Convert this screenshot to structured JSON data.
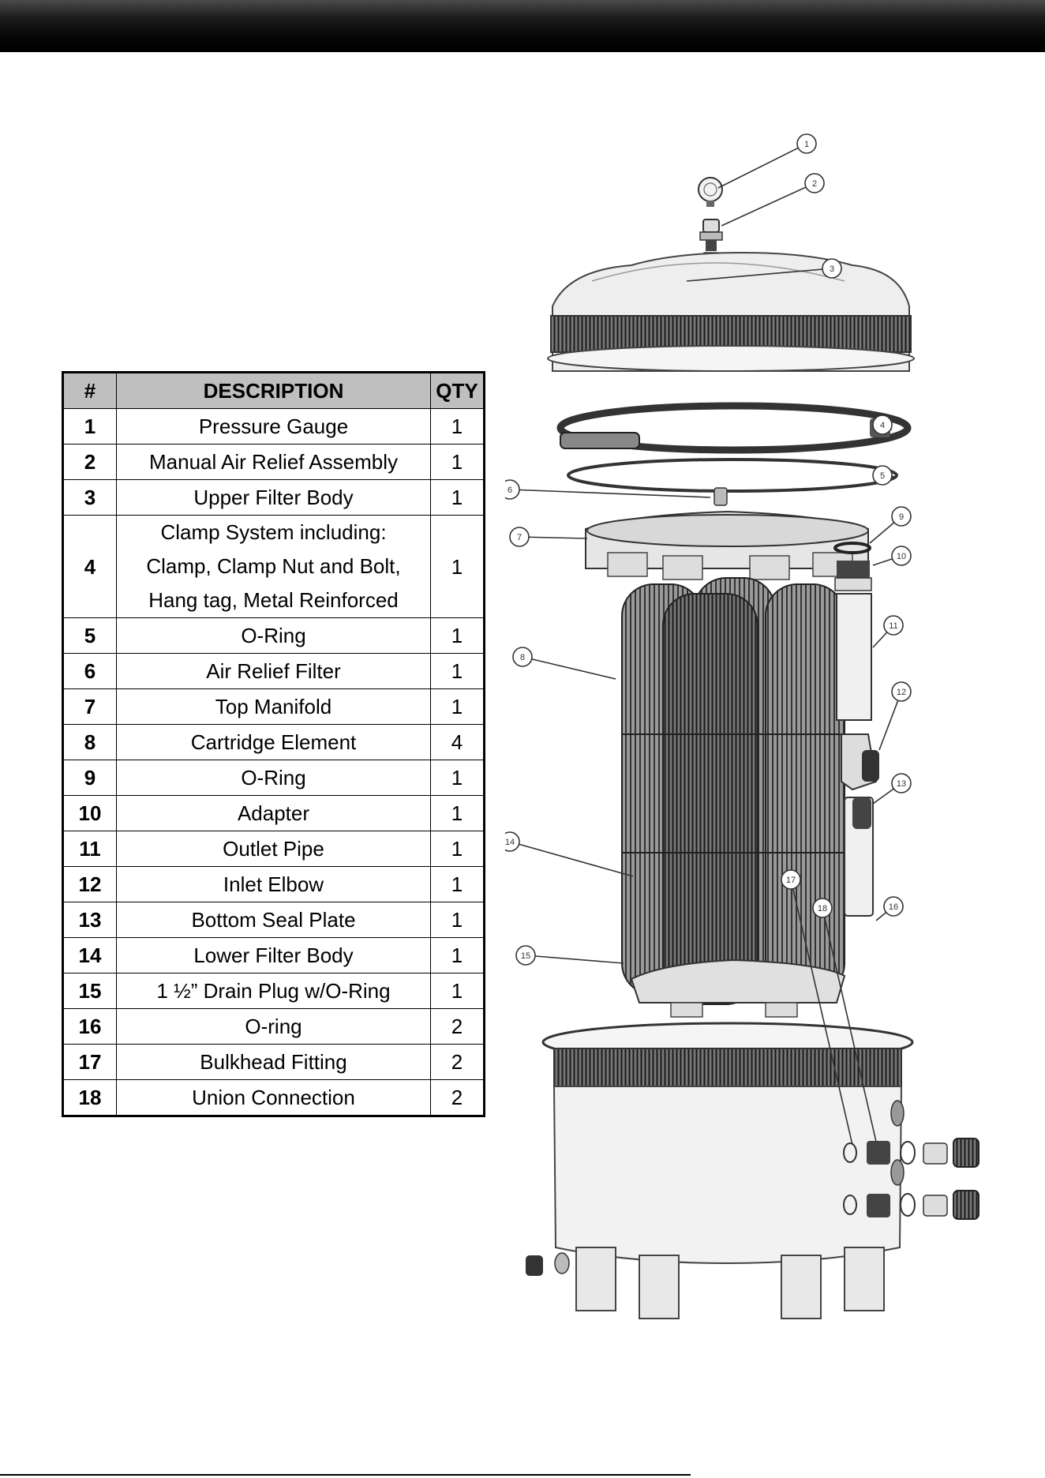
{
  "table": {
    "headers": {
      "num": "#",
      "desc": "DESCRIPTION",
      "qty": "QTY"
    },
    "rows": [
      {
        "num": "1",
        "desc": [
          "Pressure Gauge"
        ],
        "qty": "1"
      },
      {
        "num": "2",
        "desc": [
          "Manual Air Relief Assembly"
        ],
        "qty": "1"
      },
      {
        "num": "3",
        "desc": [
          "Upper Filter Body"
        ],
        "qty": "1"
      },
      {
        "num": "4",
        "desc": [
          "Clamp System including:",
          "Clamp, Clamp Nut and Bolt,",
          "Hang tag, Metal Reinforced"
        ],
        "qty": "1"
      },
      {
        "num": "5",
        "desc": [
          "O-Ring"
        ],
        "qty": "1"
      },
      {
        "num": "6",
        "desc": [
          "Air Relief Filter"
        ],
        "qty": "1"
      },
      {
        "num": "7",
        "desc": [
          "Top Manifold"
        ],
        "qty": "1"
      },
      {
        "num": "8",
        "desc": [
          "Cartridge Element"
        ],
        "qty": "4"
      },
      {
        "num": "9",
        "desc": [
          "O-Ring"
        ],
        "qty": "1"
      },
      {
        "num": "10",
        "desc": [
          "Adapter"
        ],
        "qty": "1"
      },
      {
        "num": "11",
        "desc": [
          "Outlet Pipe"
        ],
        "qty": "1"
      },
      {
        "num": "12",
        "desc": [
          "Inlet Elbow"
        ],
        "qty": "1"
      },
      {
        "num": "13",
        "desc": [
          "Bottom Seal Plate"
        ],
        "qty": "1"
      },
      {
        "num": "14",
        "desc": [
          "Lower Filter Body"
        ],
        "qty": "1"
      },
      {
        "num": "15",
        "desc": [
          "1 ½” Drain Plug w/O-Ring"
        ],
        "qty": "1"
      },
      {
        "num": "16",
        "desc": [
          "O-ring"
        ],
        "qty": "2"
      },
      {
        "num": "17",
        "desc": [
          "Bulkhead Fitting"
        ],
        "qty": "2"
      },
      {
        "num": "18",
        "desc": [
          "Union Connection"
        ],
        "qty": "2"
      }
    ]
  },
  "diagram": {
    "callouts": [
      "1",
      "2",
      "3",
      "4",
      "5",
      "6",
      "7",
      "8",
      "9",
      "10",
      "11",
      "12",
      "13",
      "14",
      "15",
      "16",
      "17",
      "18"
    ]
  },
  "colors": {
    "header_bg": "#bfbfbf",
    "top_bar": "#000000"
  }
}
